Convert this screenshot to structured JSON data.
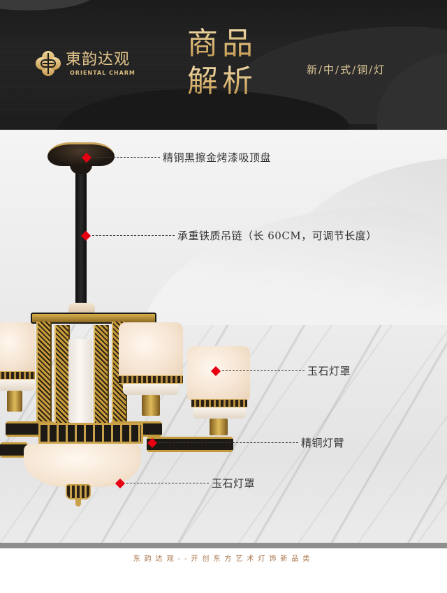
{
  "header": {
    "brand": {
      "name_cn": "東韵达观",
      "name_en": "ORIENTAL CHARM",
      "logo_icon": "brand-seal-icon"
    },
    "title_lines": [
      "商品",
      "解析"
    ],
    "tagline": "新/中/式/铜/灯",
    "colors": {
      "background": "#1c1c1c",
      "gold": "#e2c48b"
    }
  },
  "product": {
    "image_alt": "新中式铜灯 chandelier",
    "callouts": [
      {
        "id": "ceiling-plate",
        "label": "精铜黑擦金烤漆吸顶盘"
      },
      {
        "id": "chain",
        "label": "承重铁质吊链（长 60CM，可调节长度）"
      },
      {
        "id": "upper-shade",
        "label": "玉石灯罩"
      },
      {
        "id": "arm",
        "label": "精铜灯臂"
      },
      {
        "id": "lower-shade",
        "label": "玉石灯罩"
      }
    ],
    "marker_color": "#e60012"
  },
  "footer": {
    "slogan": "东韵达观--开创东方艺术灯饰新品类",
    "slogan_color": "#a9744a"
  }
}
